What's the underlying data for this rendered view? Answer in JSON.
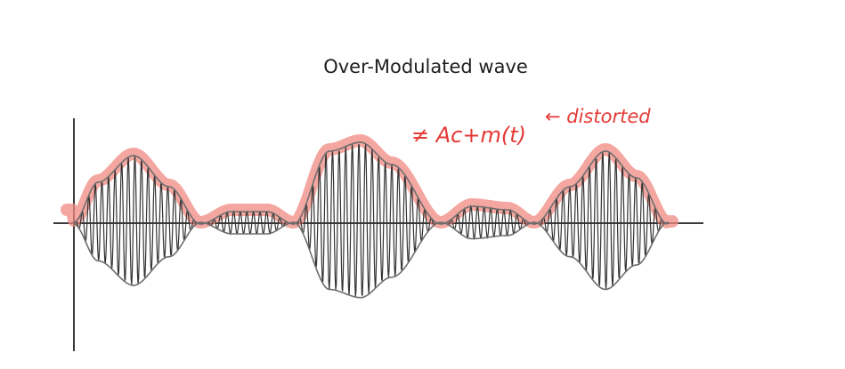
{
  "figure": {
    "title": "Over-Modulated wave",
    "annotation": {
      "text": "≠ Ac+m(t)",
      "note": "← distorted",
      "color": "#e53935"
    },
    "colors": {
      "carrier": "#333333",
      "envelope": "#6e6e6e",
      "axis": "#3a3a3a",
      "highlight": "#f08a80"
    }
  }
}
